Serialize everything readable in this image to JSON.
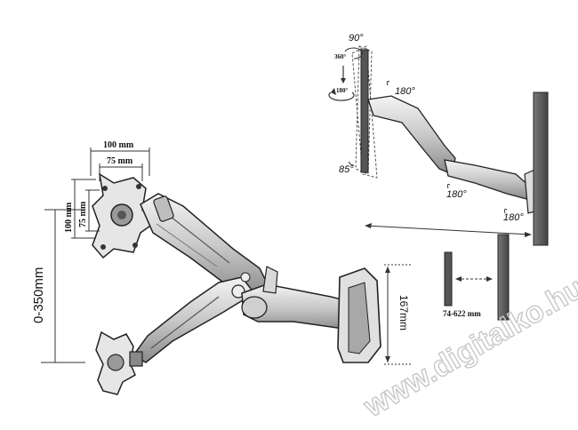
{
  "labels": {
    "vesa_outer_width": "100 mm",
    "vesa_inner_width": "75 mm",
    "vesa_outer_height": "100 mm",
    "vesa_inner_height": "75 mm",
    "height_range": "0-350mm",
    "bracket_height": "167mm",
    "tilt_up": "90°",
    "swivel_full": "360°",
    "rotate_small": "180°",
    "rotate_head": "180°",
    "tilt_down": "85°",
    "rotate_elbow": "180°",
    "rotate_base": "180°",
    "extension_range": "74-622 mm"
  },
  "watermark": "www.digitalko.hu"
}
